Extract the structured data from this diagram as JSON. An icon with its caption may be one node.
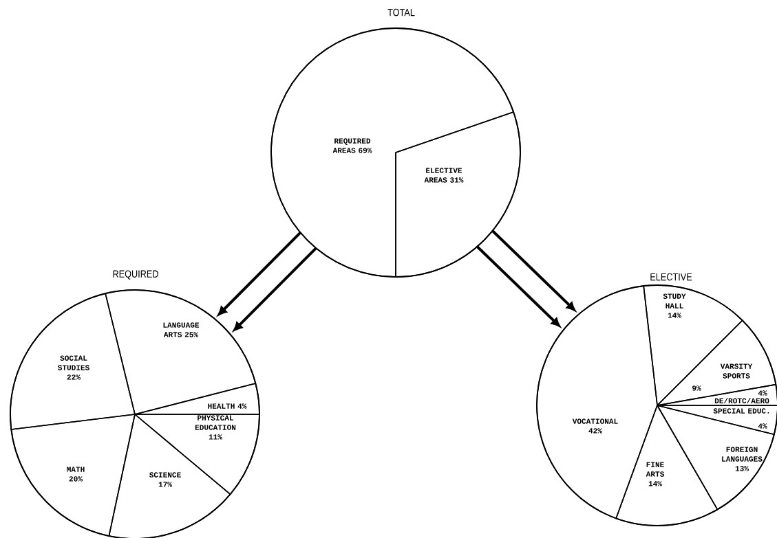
{
  "diagram": {
    "nodes": [
      {
        "text": [
          "TOTAL"
        ]
      },
      {
        "text": [
          "REQUIRED AREAS 69%"
        ],
        "in": 0
      },
      {
        "text": [
          "ELECTIVE AREAS 31%"
        ],
        "in": 0
      },
      {
        "text": [
          "REQUIRED"
        ]
      },
      {
        "text": [
          "LANGUAGE ARTS 25%"
        ],
        "in": 3
      },
      {
        "text": [
          "SOCIAL STUDIES 22%"
        ],
        "in": 3
      },
      {
        "text": [
          "HEALTH 4%"
        ],
        "in": 3
      },
      {
        "text": [
          "PHYSICAL EDUCATION 11%"
        ],
        "in": 3
      },
      {
        "text": [
          "MATH 20%"
        ],
        "in": 3
      },
      {
        "text": [
          "SCIENCE 17%"
        ],
        "in": 3
      },
      {
        "text": [
          "ELECTIVE"
        ]
      },
      {
        "text": [
          "STUDY HALL 14%"
        ],
        "in": 10
      },
      {
        "text": [
          "VARSITY SPORTS",
          "9%"
        ],
        "in": 10
      },
      {
        "text": [
          "4%",
          "DE/ROTC/AERO"
        ],
        "in": 10
      },
      {
        "text": [
          "VOCATIONAL 42%"
        ],
        "in": 10
      },
      {
        "text": [
          "SPECIAL EDUC.",
          "4%"
        ],
        "in": 10
      },
      {
        "text": [
          "FOREIGN LANGUAGES 13%"
        ],
        "in": 10
      },
      {
        "text": [
          "FINE ARTS 14%"
        ],
        "in": 10
      }
    ],
    "edges": [
      {
        "from": 0,
        "to": 3,
        "arrow": "to"
      },
      {
        "from": 0,
        "to": 3,
        "arrow": "to"
      },
      {
        "from": 0,
        "to": 10,
        "arrow": "to"
      },
      {
        "from": 0,
        "to": 10,
        "arrow": "to"
      }
    ]
  }
}
